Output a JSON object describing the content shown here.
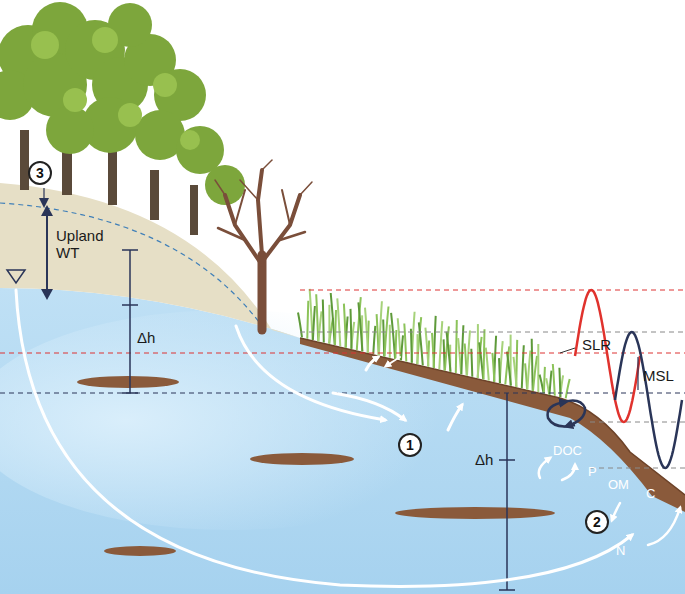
{
  "diagram": {
    "nodes": [
      {
        "text": [
          "3"
        ]
      },
      {
        "text": [
          "1"
        ]
      },
      {
        "text": [
          "2"
        ]
      }
    ],
    "labels": [
      "Upland WT",
      "Δh",
      "SLR",
      "MSL",
      "Δh",
      "DOC",
      "P",
      "OM",
      "C",
      "N"
    ]
  }
}
